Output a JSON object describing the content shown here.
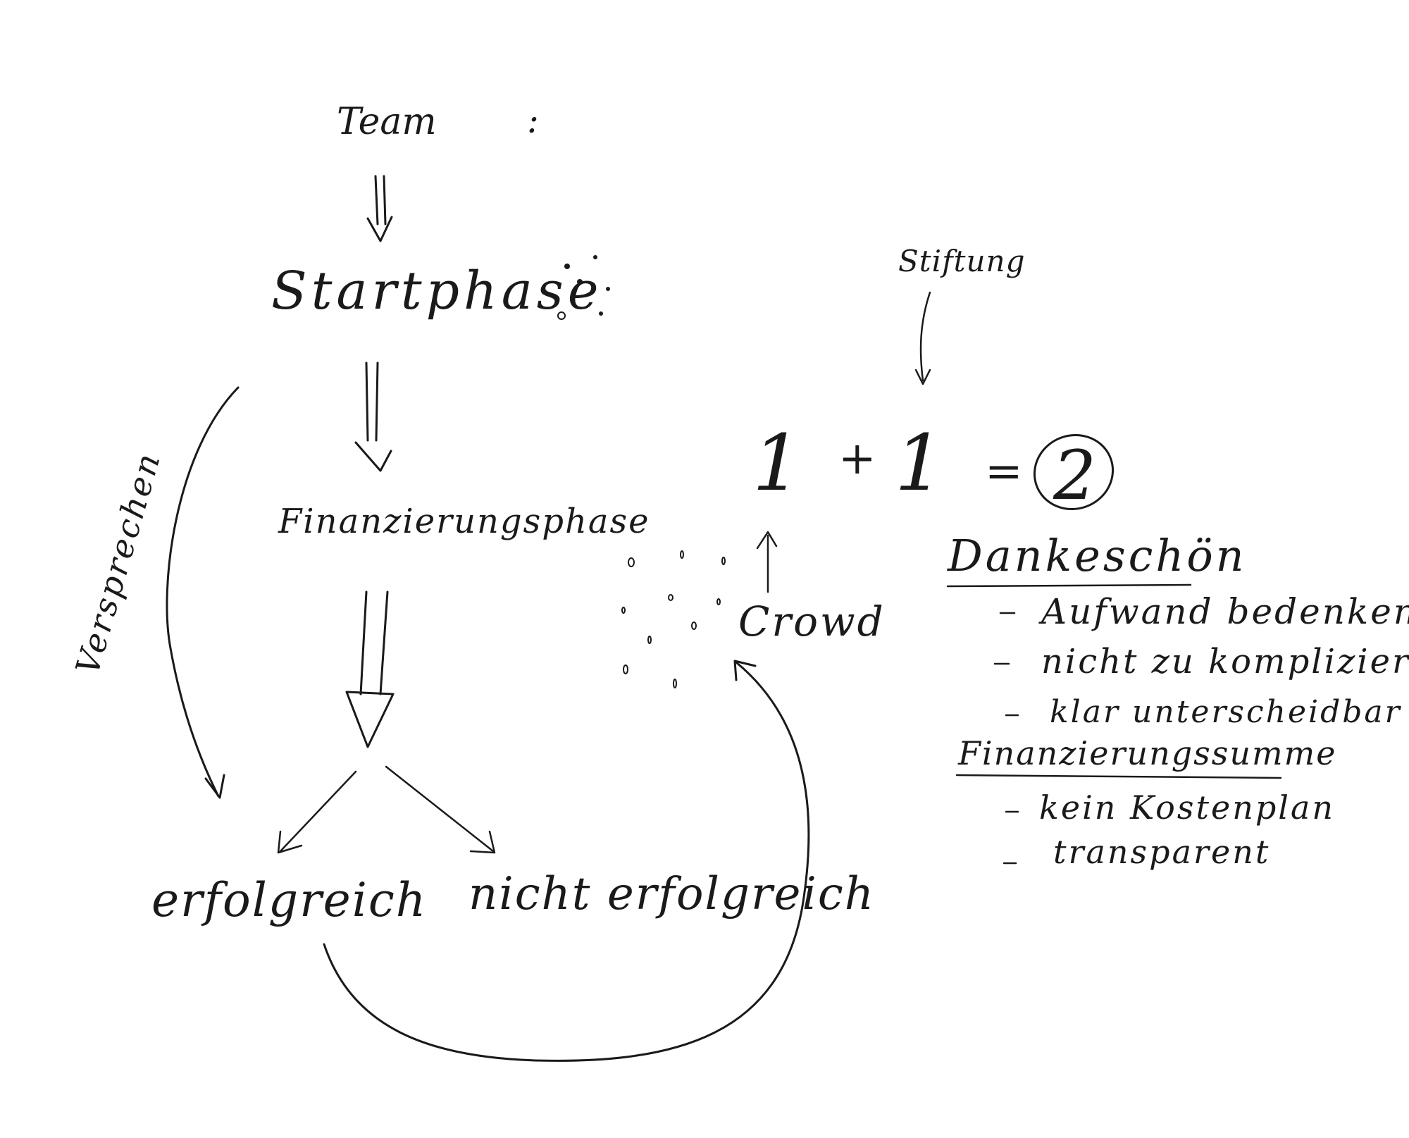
{
  "diagram": {
    "nodes": {
      "team": "Team",
      "team_colon": ":",
      "startphase": "Startphase",
      "finanzierungsphase": "Finanzierungsphase",
      "erfolgreich": "erfolgreich",
      "nicht_erfolgreich": "nicht erfolgreich",
      "crowd": "Crowd",
      "stiftung": "Stiftung"
    },
    "edge_labels": {
      "versprechen": "Versprechen"
    },
    "equation": {
      "a": "1",
      "plus": "+",
      "b": "1",
      "equals": "=",
      "result": "2"
    },
    "dankeschoen": {
      "heading": "Dankeschön",
      "items": [
        "Aufwand bedenken",
        "nicht zu kompliziert",
        "klar unterscheidbar"
      ]
    },
    "finanzierungssumme": {
      "heading": "Finanzierungssumme",
      "items": [
        "kein Kostenplan",
        "transparent"
      ]
    }
  }
}
